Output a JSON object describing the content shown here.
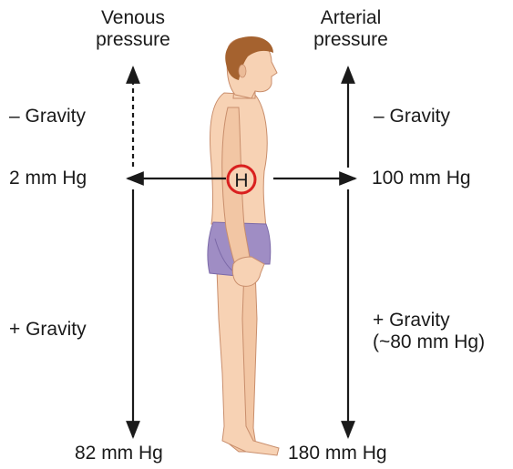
{
  "venous": {
    "heading_line1": "Venous",
    "heading_line2": "pressure",
    "minus_gravity": "– Gravity",
    "heart_level_value": "2 mm Hg",
    "plus_gravity": "+ Gravity",
    "foot_value": "82 mm Hg"
  },
  "arterial": {
    "heading_line1": "Arterial",
    "heading_line2": "pressure",
    "minus_gravity": "– Gravity",
    "heart_level_value": "100 mm Hg",
    "plus_gravity_line1": "+ Gravity",
    "plus_gravity_line2": "(~80 mm Hg)",
    "foot_value": "180 mm Hg"
  },
  "heart_marker": {
    "letter": "H",
    "ring_color": "#d9201f"
  },
  "colors": {
    "skin": "#f7d2b4",
    "skin_shadow": "#e9b592",
    "hair": "#a5622f",
    "shorts": "#9f8dc4",
    "shorts_shadow": "#7c6aa8",
    "arrow": "#1a1a1a"
  }
}
